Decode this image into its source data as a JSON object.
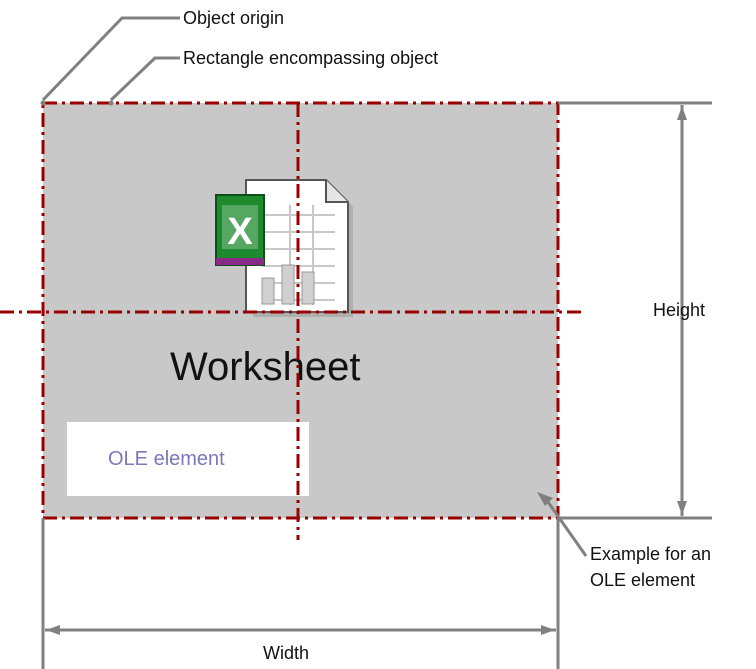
{
  "labels": {
    "object_origin": "Object origin",
    "rectangle_encompassing": "Rectangle encompassing object",
    "height": "Height",
    "width": "Width",
    "example_line1": "Example for an",
    "example_line2": "OLE element"
  },
  "object": {
    "title": "Worksheet",
    "ole_label": "OLE element",
    "icon": "excel-worksheet-icon"
  },
  "colors": {
    "object_fill": "#c8c8c8",
    "dashed_line": "#990000",
    "dimension_line": "#808080",
    "ole_text": "#7a78b8",
    "excel_green": "#1e8a2e"
  }
}
